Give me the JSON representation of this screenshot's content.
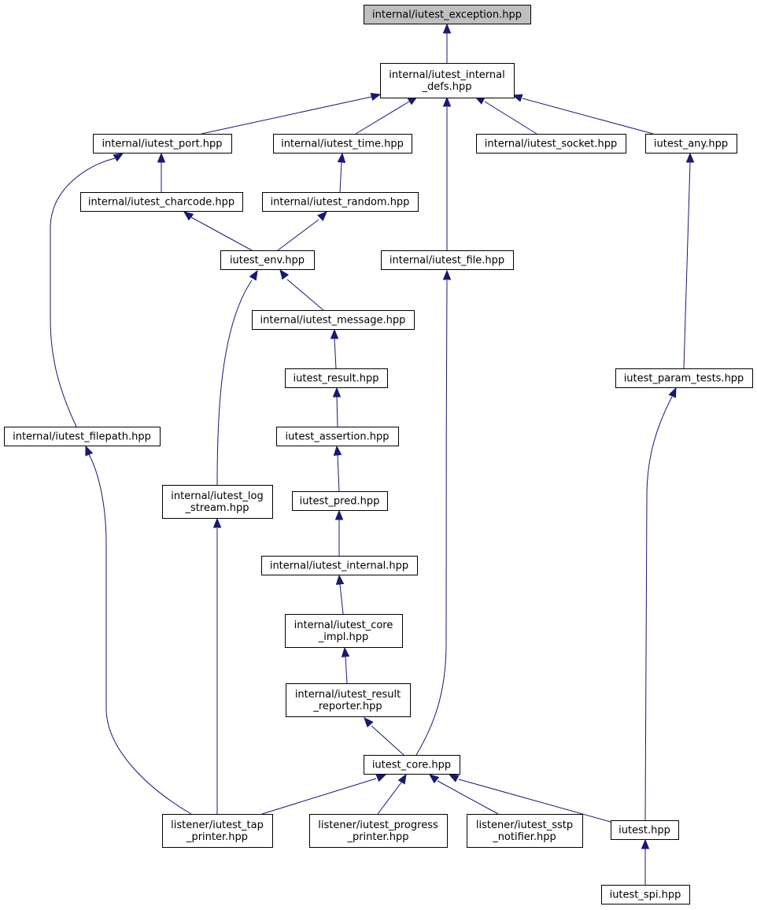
{
  "diagram": {
    "type": "include-dependency-graph",
    "colors": {
      "edge": "#191970",
      "root_fill": "#bfbfbf",
      "node_fill": "#ffffff",
      "node_border": "#000000"
    },
    "nodes": [
      {
        "id": "exception",
        "lines": [
          "internal/iutest_exception.hpp"
        ],
        "root": true
      },
      {
        "id": "internal_defs",
        "lines": [
          "internal/iutest_internal",
          "_defs.hpp"
        ]
      },
      {
        "id": "port",
        "lines": [
          "internal/iutest_port.hpp"
        ]
      },
      {
        "id": "time",
        "lines": [
          "internal/iutest_time.hpp"
        ]
      },
      {
        "id": "socket",
        "lines": [
          "internal/iutest_socket.hpp"
        ]
      },
      {
        "id": "any",
        "lines": [
          "iutest_any.hpp"
        ]
      },
      {
        "id": "charcode",
        "lines": [
          "internal/iutest_charcode.hpp"
        ]
      },
      {
        "id": "random",
        "lines": [
          "internal/iutest_random.hpp"
        ]
      },
      {
        "id": "env",
        "lines": [
          "iutest_env.hpp"
        ]
      },
      {
        "id": "file",
        "lines": [
          "internal/iutest_file.hpp"
        ]
      },
      {
        "id": "message",
        "lines": [
          "internal/iutest_message.hpp"
        ]
      },
      {
        "id": "result",
        "lines": [
          "iutest_result.hpp"
        ]
      },
      {
        "id": "param_tests",
        "lines": [
          "iutest_param_tests.hpp"
        ]
      },
      {
        "id": "filepath",
        "lines": [
          "internal/iutest_filepath.hpp"
        ]
      },
      {
        "id": "assertion",
        "lines": [
          "iutest_assertion.hpp"
        ]
      },
      {
        "id": "log_stream",
        "lines": [
          "internal/iutest_log",
          "_stream.hpp"
        ]
      },
      {
        "id": "pred",
        "lines": [
          "iutest_pred.hpp"
        ]
      },
      {
        "id": "internal",
        "lines": [
          "internal/iutest_internal.hpp"
        ]
      },
      {
        "id": "core_impl",
        "lines": [
          "internal/iutest_core",
          "_impl.hpp"
        ]
      },
      {
        "id": "result_reporter",
        "lines": [
          "internal/iutest_result",
          "_reporter.hpp"
        ]
      },
      {
        "id": "core",
        "lines": [
          "iutest_core.hpp"
        ]
      },
      {
        "id": "tap_printer",
        "lines": [
          "listener/iutest_tap",
          "_printer.hpp"
        ]
      },
      {
        "id": "progress_printer",
        "lines": [
          "listener/iutest_progress",
          "_printer.hpp"
        ]
      },
      {
        "id": "sstp_notifier",
        "lines": [
          "listener/iutest_sstp",
          "_notifier.hpp"
        ]
      },
      {
        "id": "iutest",
        "lines": [
          "iutest.hpp"
        ]
      },
      {
        "id": "spi",
        "lines": [
          "iutest_spi.hpp"
        ]
      }
    ],
    "edges": [
      {
        "from": "internal_defs",
        "to": "exception"
      },
      {
        "from": "port",
        "to": "internal_defs"
      },
      {
        "from": "time",
        "to": "internal_defs"
      },
      {
        "from": "file",
        "to": "internal_defs"
      },
      {
        "from": "socket",
        "to": "internal_defs"
      },
      {
        "from": "any",
        "to": "internal_defs"
      },
      {
        "from": "charcode",
        "to": "port"
      },
      {
        "from": "filepath",
        "to": "port"
      },
      {
        "from": "random",
        "to": "time"
      },
      {
        "from": "param_tests",
        "to": "any"
      },
      {
        "from": "env",
        "to": "charcode"
      },
      {
        "from": "env",
        "to": "random"
      },
      {
        "from": "message",
        "to": "env"
      },
      {
        "from": "log_stream",
        "to": "env"
      },
      {
        "from": "core",
        "to": "file"
      },
      {
        "from": "result",
        "to": "message"
      },
      {
        "from": "assertion",
        "to": "result"
      },
      {
        "from": "pred",
        "to": "assertion"
      },
      {
        "from": "internal",
        "to": "pred"
      },
      {
        "from": "core_impl",
        "to": "internal"
      },
      {
        "from": "result_reporter",
        "to": "core_impl"
      },
      {
        "from": "core",
        "to": "result_reporter"
      },
      {
        "from": "tap_printer",
        "to": "filepath"
      },
      {
        "from": "tap_printer",
        "to": "log_stream"
      },
      {
        "from": "tap_printer",
        "to": "core"
      },
      {
        "from": "progress_printer",
        "to": "core"
      },
      {
        "from": "sstp_notifier",
        "to": "core"
      },
      {
        "from": "iutest",
        "to": "core"
      },
      {
        "from": "iutest",
        "to": "param_tests"
      },
      {
        "from": "spi",
        "to": "iutest"
      }
    ]
  }
}
